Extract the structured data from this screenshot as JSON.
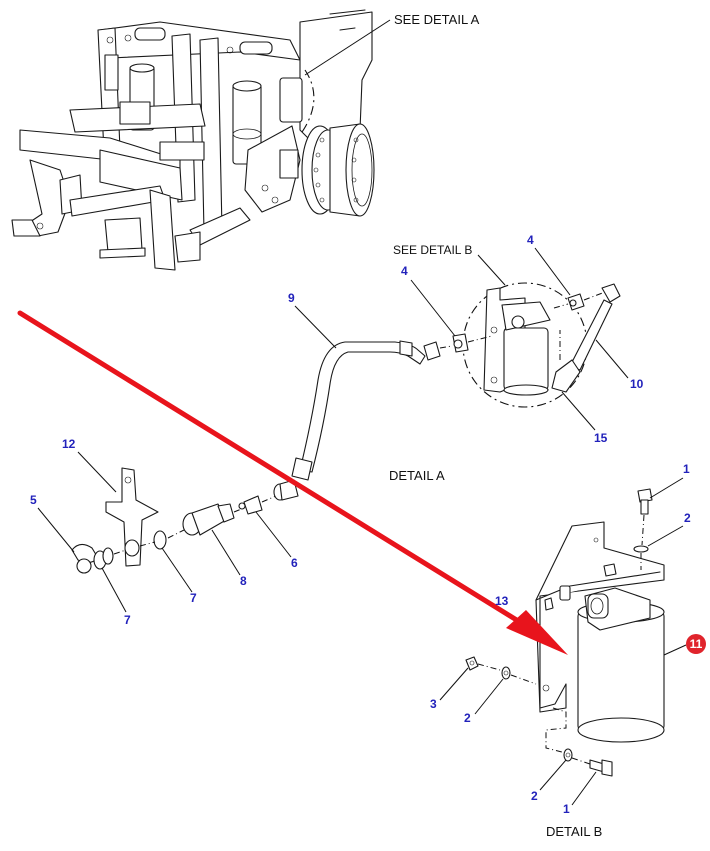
{
  "diagram": {
    "type": "exploded parts diagram",
    "captions": {
      "see_detail_a": "SEE DETAIL A",
      "see_detail_b": "SEE DETAIL B",
      "detail_a": "DETAIL A",
      "detail_b": "DETAIL B"
    },
    "colors": {
      "label": "#2222bb",
      "arrow": "#e8141c",
      "highlight_badge": "#e0242c",
      "line": "#1a1a1a"
    },
    "callouts": {
      "detail_b_top_fitting": "4",
      "detail_b_left_fitting": "4",
      "hose_9": "9",
      "hose_10": "10",
      "fitting_15": "15",
      "bracket_12": "12",
      "cap_5": "5",
      "ring_7_right": "7",
      "ring_7_left": "7",
      "coupler_8": "8",
      "adapter_6": "6",
      "bolt_1_top": "1",
      "washer_2_top": "2",
      "bracket_13": "13",
      "filter_11": "11",
      "nut_3": "3",
      "washer_2_left": "2",
      "washer_2_bottom": "2",
      "bolt_1_bottom": "1"
    },
    "highlighted_part": "11"
  }
}
